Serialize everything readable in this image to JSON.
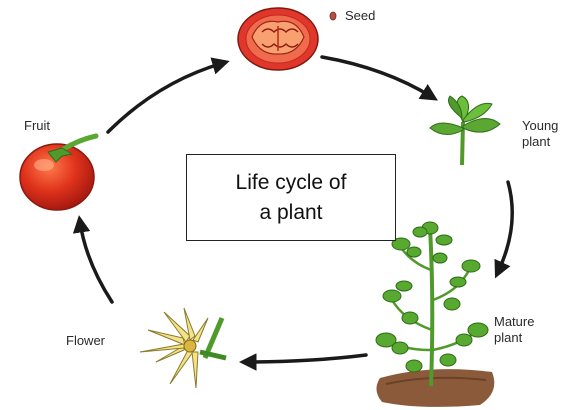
{
  "title": {
    "line1": "Life cycle of",
    "line2": "a plant"
  },
  "stages": {
    "seed": {
      "label": "Seed"
    },
    "young_plant": {
      "label_line1": "Young",
      "label_line2": "plant"
    },
    "mature_plant": {
      "label_line1": "Mature",
      "label_line2": "plant"
    },
    "flower": {
      "label": "Flower"
    },
    "fruit": {
      "label": "Fruit"
    }
  },
  "colors": {
    "arrow": "#1a1a1a",
    "tomato": "#d9301c",
    "leaf": "#4f9a2b",
    "soil": "#8a5a3a"
  },
  "icons": [
    "tomato-slice-icon",
    "seed-icon",
    "seedling-icon",
    "mature-plant-icon",
    "flower-icon",
    "tomato-fruit-icon"
  ]
}
